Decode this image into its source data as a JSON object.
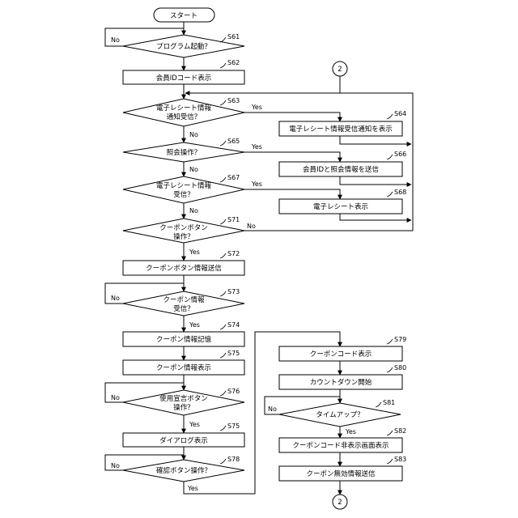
{
  "diagram": {
    "start": "スタート",
    "connector": "2",
    "yes": "Yes",
    "no": "No",
    "steps": {
      "s61": {
        "id": "S61",
        "lines": [
          "プログラム起動？"
        ]
      },
      "s62": {
        "id": "S62",
        "lines": [
          "会員IDコード表示"
        ]
      },
      "s63": {
        "id": "S63",
        "lines": [
          "電子レシート情報",
          "通知受信？"
        ]
      },
      "s64": {
        "id": "S64",
        "lines": [
          "電子レシート情報受信通知を表示"
        ]
      },
      "s65": {
        "id": "S65",
        "lines": [
          "照会操作？"
        ]
      },
      "s66": {
        "id": "S66",
        "lines": [
          "会員IDと照会情報を送信"
        ]
      },
      "s67": {
        "id": "S67",
        "lines": [
          "電子レシート情報",
          "受信？"
        ]
      },
      "s68": {
        "id": "S68",
        "lines": [
          "電子レシート表示"
        ]
      },
      "s71": {
        "id": "S71",
        "lines": [
          "クーポンボタン",
          "操作？"
        ]
      },
      "s72": {
        "id": "S72",
        "lines": [
          "クーポンボタン情報送信"
        ]
      },
      "s73": {
        "id": "S73",
        "lines": [
          "クーポン情報",
          "受信？"
        ]
      },
      "s74": {
        "id": "S74",
        "lines": [
          "クーポン情報記憶"
        ]
      },
      "s75": {
        "id": "S75",
        "lines": [
          "クーポン情報表示"
        ]
      },
      "s76": {
        "id": "S76",
        "lines": [
          "使用宣言ボタン",
          "操作？"
        ]
      },
      "s77": {
        "id": "S75",
        "lines": [
          "ダイアログ表示"
        ]
      },
      "s78": {
        "id": "S78",
        "lines": [
          "確認ボタン操作？"
        ]
      },
      "s79": {
        "id": "S79",
        "lines": [
          "クーポンコード表示"
        ]
      },
      "s80": {
        "id": "S80",
        "lines": [
          "カウントダウン開始"
        ]
      },
      "s81": {
        "id": "S81",
        "lines": [
          "タイムアップ？"
        ]
      },
      "s82": {
        "id": "S82",
        "lines": [
          "クーポンコード非表示画面表示"
        ]
      },
      "s83": {
        "id": "S83",
        "lines": [
          "クーポン無効情報送信"
        ]
      }
    }
  }
}
